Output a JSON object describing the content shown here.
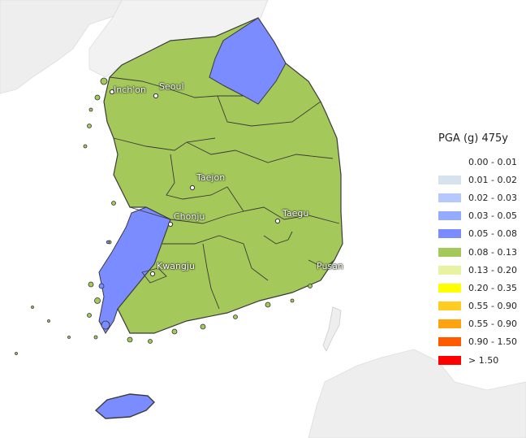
{
  "legend": {
    "title": "PGA (g) 475y",
    "items": [
      {
        "label": "0.00 - 0.01",
        "color": "#ffffff"
      },
      {
        "label": "0.01 - 0.02",
        "color": "#d6e3ef"
      },
      {
        "label": "0.02 - 0.03",
        "color": "#b5c9ff"
      },
      {
        "label": "0.03 - 0.05",
        "color": "#93acff"
      },
      {
        "label": "0.05 - 0.08",
        "color": "#7a8cff"
      },
      {
        "label": "0.08 - 0.13",
        "color": "#a4c85a"
      },
      {
        "label": "0.13 - 0.20",
        "color": "#e7f2a3"
      },
      {
        "label": "0.20 - 0.35",
        "color": "#ffff00"
      },
      {
        "label": "0.55 - 0.90",
        "color": "#ffcc22"
      },
      {
        "label": "0.55 - 0.90",
        "color": "#ffa210"
      },
      {
        "label": "0.90 - 1.50",
        "color": "#ff5a00"
      },
      {
        "label": "> 1.50",
        "color": "#ff0000"
      }
    ]
  },
  "cities": {
    "incheon": "Inch'on",
    "seoul": "Seoul",
    "taejon": "Taejon",
    "chonju": "Chonju",
    "taegu": "Taegu",
    "kwangju": "Kwangju",
    "pusan": "Pusan"
  },
  "colors": {
    "land_green": "#a4c85a",
    "land_blue": "#7a8cff",
    "border": "#3a3a3a",
    "neighbor_land": "#eeeeee"
  }
}
